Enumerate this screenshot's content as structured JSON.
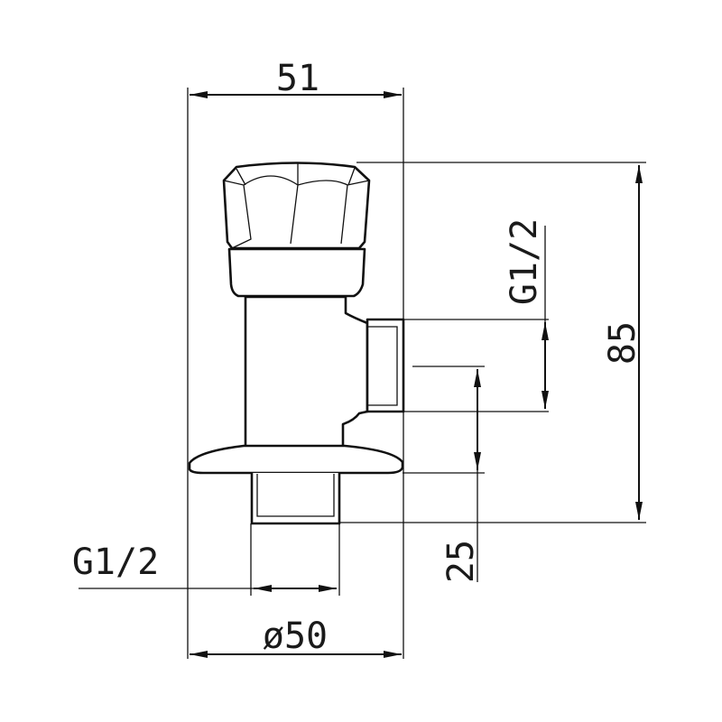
{
  "dimensions": {
    "width_top": "51",
    "height_total": "85",
    "thread_side": "G1/2",
    "thread_bottom": "G1/2",
    "height_outlet": "25",
    "diameter_base": "ø50"
  }
}
